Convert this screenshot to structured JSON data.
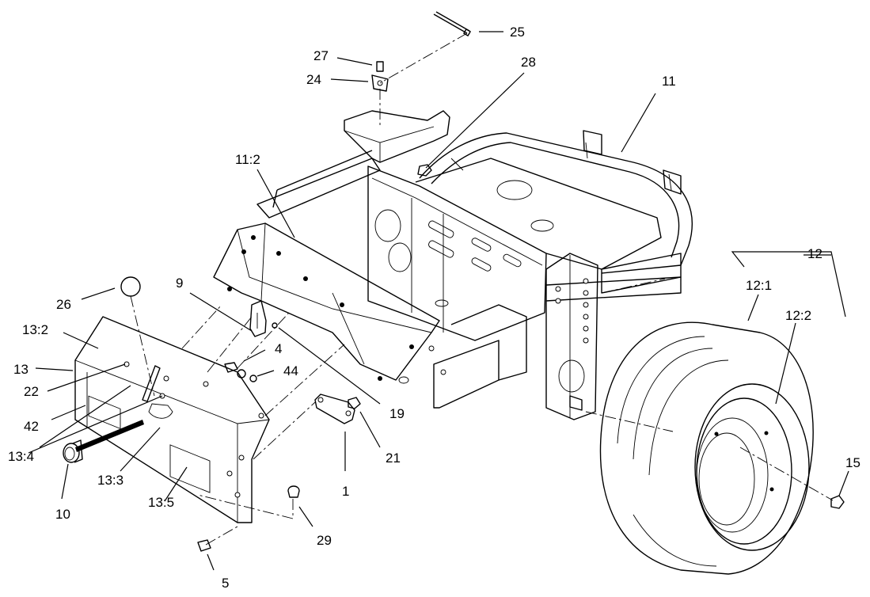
{
  "callouts": {
    "c25": "25",
    "c27": "27",
    "c24": "24",
    "c28": "28",
    "c11": "11",
    "c11_2": "11:2",
    "c9": "9",
    "c26": "26",
    "c13_2": "13:2",
    "c13": "13",
    "c22": "22",
    "c42": "42",
    "c13_4": "13:4",
    "c10": "10",
    "c13_3": "13:3",
    "c13_5": "13:5",
    "c5": "5",
    "c29": "29",
    "c1": "1",
    "c21": "21",
    "c19": "19",
    "c4": "4",
    "c44": "44",
    "c12": "12",
    "c12_1": "12:1",
    "c12_2": "12:2",
    "c15": "15"
  }
}
